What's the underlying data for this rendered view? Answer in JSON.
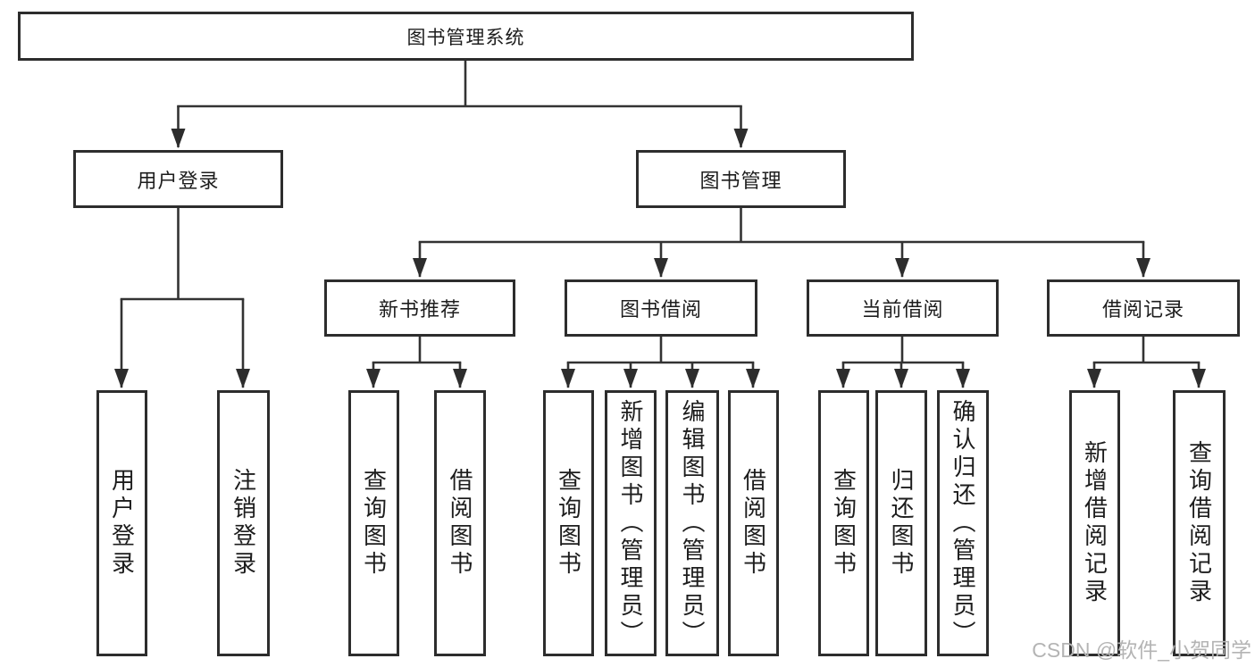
{
  "root": {
    "label": "图书管理系统"
  },
  "level2": [
    {
      "label": "用户登录"
    },
    {
      "label": "图书管理"
    }
  ],
  "level3": [
    {
      "label": "新书推荐"
    },
    {
      "label": "图书借阅"
    },
    {
      "label": "当前借阅"
    },
    {
      "label": "借阅记录"
    }
  ],
  "leaves": {
    "user_login": [
      {
        "label": "用户登录"
      },
      {
        "label": "注销登录"
      }
    ],
    "new_books": [
      {
        "label": "查询图书"
      },
      {
        "label": "借阅图书"
      }
    ],
    "book_borrow": [
      {
        "label": "查询图书"
      },
      {
        "label": "新增图书（管理员）"
      },
      {
        "label": "编辑图书（管理员）"
      },
      {
        "label": "借阅图书"
      }
    ],
    "current_borrow": [
      {
        "label": "查询图书"
      },
      {
        "label": "归还图书"
      },
      {
        "label": "确认归还（管理员）"
      }
    ],
    "borrow_records": [
      {
        "label": "新增借阅记录"
      },
      {
        "label": "查询借阅记录"
      }
    ]
  },
  "watermark": {
    "text": "CSDN @软件_小贺同学"
  },
  "colors": {
    "box_border": "#2d2d2d",
    "connector_line": "#333333",
    "text": "#1d1d1d",
    "watermark": "#b4b4b4",
    "background": "#ffffff"
  }
}
